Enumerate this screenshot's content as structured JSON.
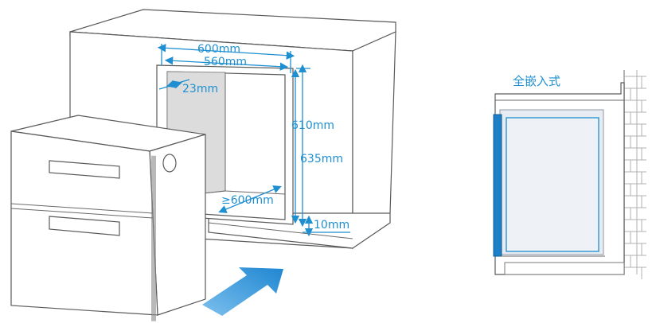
{
  "labels": {
    "outer_width": "600mm",
    "inner_width": "560mm",
    "side_gap": "23mm",
    "inner_height": "610mm",
    "outer_height": "635mm",
    "depth": "≥600mm",
    "bottom_gap": "10mm",
    "install_type": "全嵌入式"
  },
  "colors": {
    "accent": "#1e8fd0",
    "panel_fill": "#e9edf2",
    "wall": "#8a8a8a",
    "arrow": "#2a8fd6"
  },
  "icons": {
    "arrow": "insertion-arrow",
    "handle": "drawer-handle"
  }
}
